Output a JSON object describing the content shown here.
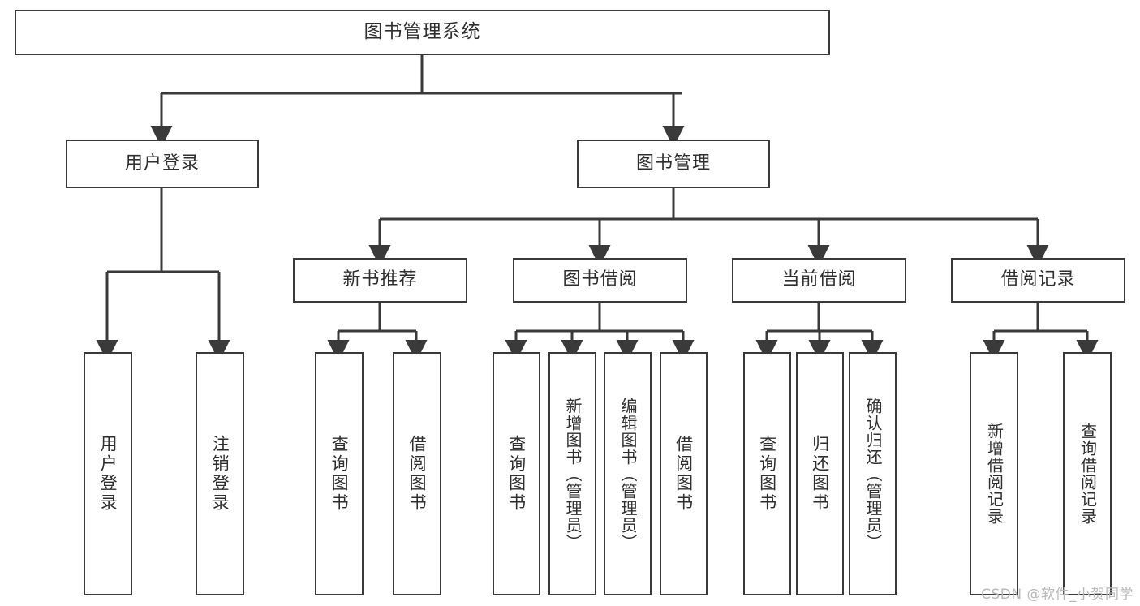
{
  "diagram": {
    "title": "图书管理系统",
    "type": "tree-hierarchy-chart",
    "line_color": "#3a3a3a",
    "box_fill": "#ffffff",
    "text_color": "#2f2f2f"
  },
  "nodes": {
    "root": {
      "label": "图书管理系统"
    },
    "level2": [
      {
        "id": "user-login",
        "label": "用户登录"
      },
      {
        "id": "book-management",
        "label": "图书管理"
      }
    ],
    "level3": [
      {
        "id": "new-book-recommend",
        "label": "新书推荐"
      },
      {
        "id": "book-borrow",
        "label": "图书借阅"
      },
      {
        "id": "current-borrow",
        "label": "当前借阅"
      },
      {
        "id": "borrow-record",
        "label": "借阅记录"
      }
    ],
    "leaves": {
      "user_login": [
        {
          "id": "leaf-user-login",
          "label": "用户登录"
        },
        {
          "id": "leaf-logout",
          "label": "注销登录"
        }
      ],
      "new_book_recommend": [
        {
          "id": "leaf-query-book-1",
          "label": "查询图书"
        },
        {
          "id": "leaf-borrow-book-1",
          "label": "借阅图书"
        }
      ],
      "book_borrow": [
        {
          "id": "leaf-query-book-2",
          "label": "查询图书"
        },
        {
          "id": "leaf-add-book",
          "label": "新增图书（管理员）"
        },
        {
          "id": "leaf-edit-book",
          "label": "编辑图书（管理员）"
        },
        {
          "id": "leaf-borrow-book-2",
          "label": "借阅图书"
        }
      ],
      "current_borrow": [
        {
          "id": "leaf-query-book-3",
          "label": "查询图书"
        },
        {
          "id": "leaf-return-book",
          "label": "归还图书"
        },
        {
          "id": "leaf-confirm-return",
          "label": "确认归还（管理员）"
        }
      ],
      "borrow_record": [
        {
          "id": "leaf-add-record",
          "label": "新增借阅记录"
        },
        {
          "id": "leaf-query-record",
          "label": "查询借阅记录"
        }
      ]
    }
  },
  "watermark": {
    "text": "CSDN @软件_小贺同学"
  }
}
